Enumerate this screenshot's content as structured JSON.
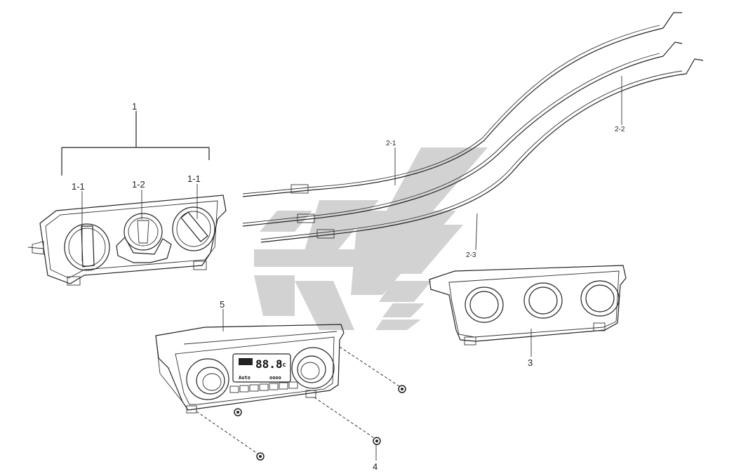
{
  "labels": {
    "assembly_1": "1",
    "knob_left": "1-1",
    "knob_center": "1-2",
    "knob_right": "1-1",
    "cable_1": "2-1",
    "cable_2": "2-2",
    "cable_3": "2-3",
    "panel_3": "3",
    "screw_4": "4",
    "panel_5": "5"
  },
  "display": {
    "temp": "88.8",
    "unit": "°c",
    "fan_text": "Auto",
    "mode_text": "oooo"
  },
  "colors": {
    "watermark": "#d2d2d2",
    "line": "#222222"
  }
}
